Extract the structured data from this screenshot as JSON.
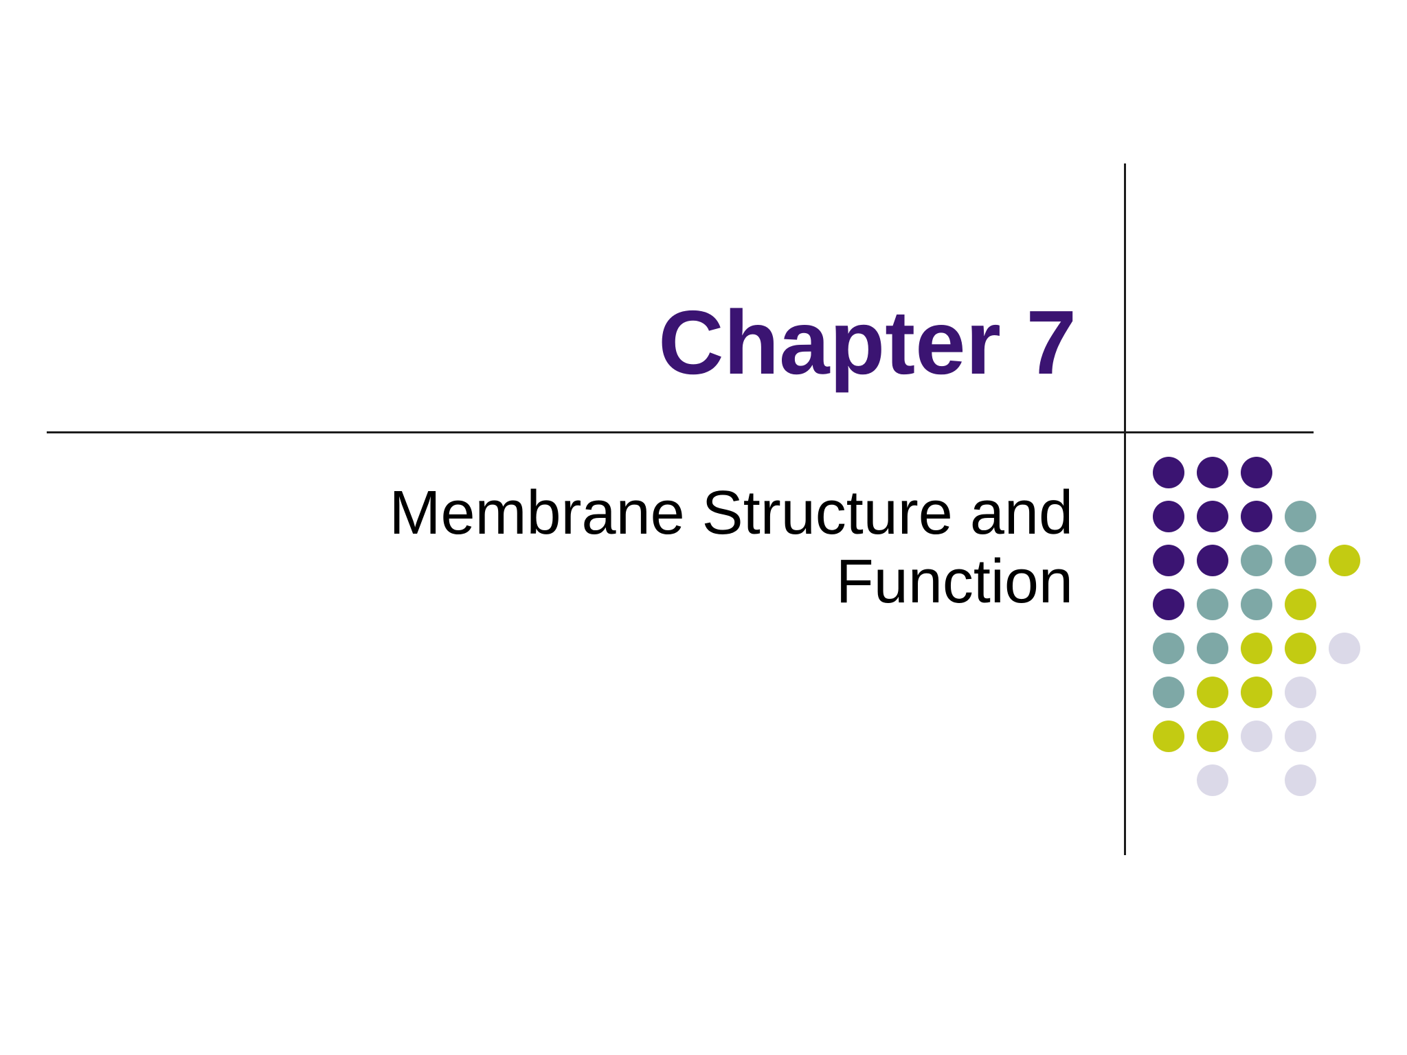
{
  "slide": {
    "title": "Chapter 7",
    "subtitle": {
      "text": "Membrane Structure and Function",
      "lines": [
        "Membrane Structure and",
        "Function"
      ]
    }
  },
  "colors": {
    "background": "#FFFFFF",
    "title_text": "#3B1472",
    "subtitle_text": "#000000",
    "rule_line": "#1C1C1C",
    "dot_purple": "#3B1472",
    "dot_teal": "#7EA8A6",
    "dot_yellow": "#C3CB12",
    "dot_lavender": "#DBD9E8"
  },
  "decorations": {
    "dot_pattern": {
      "description": "arrow-like grid of circles, 8 rows x 5 cols, bottom-right of slide",
      "legend": {
        "P": "dot_purple",
        "T": "dot_teal",
        "Y": "dot_yellow",
        "L": "dot_lavender",
        ".": "empty"
      },
      "rows": [
        "PPP..",
        "PPPT.",
        "PPTTY",
        "PTTY.",
        "TTYYL",
        "TYYL.",
        "YYLL.",
        ".L.L."
      ]
    }
  }
}
